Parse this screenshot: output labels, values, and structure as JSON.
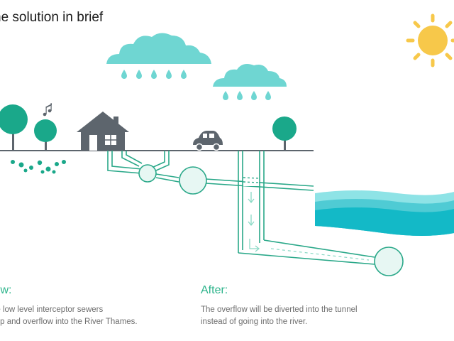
{
  "title": "he solution in brief",
  "now": {
    "heading": "low:",
    "line1": "he low level interceptor sewers",
    "line2": "l up and overflow into the River Thames."
  },
  "after": {
    "heading": "After:",
    "line1": "The overflow will be diverted into the tunnel",
    "line2": "instead of going into the river."
  },
  "colors": {
    "pipe": "#2aa889",
    "tree": "#1aa88a",
    "cloud": "#6fd6d2",
    "rain": "#6fd6d2",
    "house": "#5d656d",
    "sun": "#f7c84a",
    "river_dark": "#13b9c7",
    "river_light": "#8ee3e6",
    "heading": "#2bb38a",
    "body_text": "#6e6e6e"
  }
}
